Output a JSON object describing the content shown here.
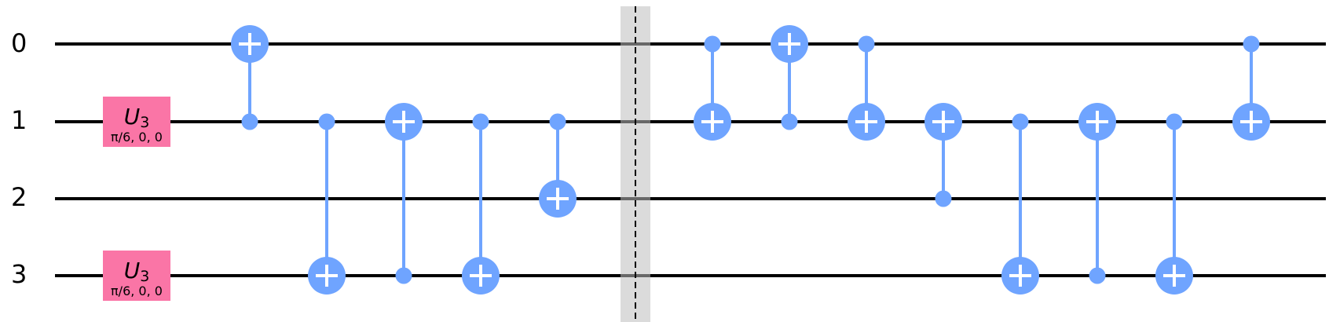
{
  "qubits": [
    "0",
    "1",
    "2",
    "3"
  ],
  "colors": {
    "wire": "#000000",
    "cx": "#6fa4ff",
    "u3_gate": "#fa75a6",
    "barrier": "#bdbdbd"
  },
  "u3_gates": [
    {
      "qubit": 1,
      "column": 0,
      "name": "U",
      "subscript": "3",
      "params": "π/6, 0, 0"
    },
    {
      "qubit": 3,
      "column": 0,
      "name": "U",
      "subscript": "3",
      "params": "π/6, 0, 0"
    }
  ],
  "cx_gates": [
    {
      "column": 1,
      "control": 1,
      "target": 0
    },
    {
      "column": 2,
      "control": 1,
      "target": 3
    },
    {
      "column": 3,
      "control": 3,
      "target": 1
    },
    {
      "column": 4,
      "control": 1,
      "target": 3
    },
    {
      "column": 5,
      "control": 1,
      "target": 2
    },
    {
      "column": 7,
      "control": 0,
      "target": 1
    },
    {
      "column": 8,
      "control": 1,
      "target": 0
    },
    {
      "column": 9,
      "control": 0,
      "target": 1
    },
    {
      "column": 10,
      "control": 2,
      "target": 1
    },
    {
      "column": 11,
      "control": 1,
      "target": 3
    },
    {
      "column": 12,
      "control": 3,
      "target": 1
    },
    {
      "column": 13,
      "control": 1,
      "target": 3
    },
    {
      "column": 14,
      "control": 0,
      "target": 1
    }
  ],
  "barriers": [
    {
      "column": 6,
      "qubits": [
        0,
        1,
        2,
        3
      ]
    }
  ]
}
